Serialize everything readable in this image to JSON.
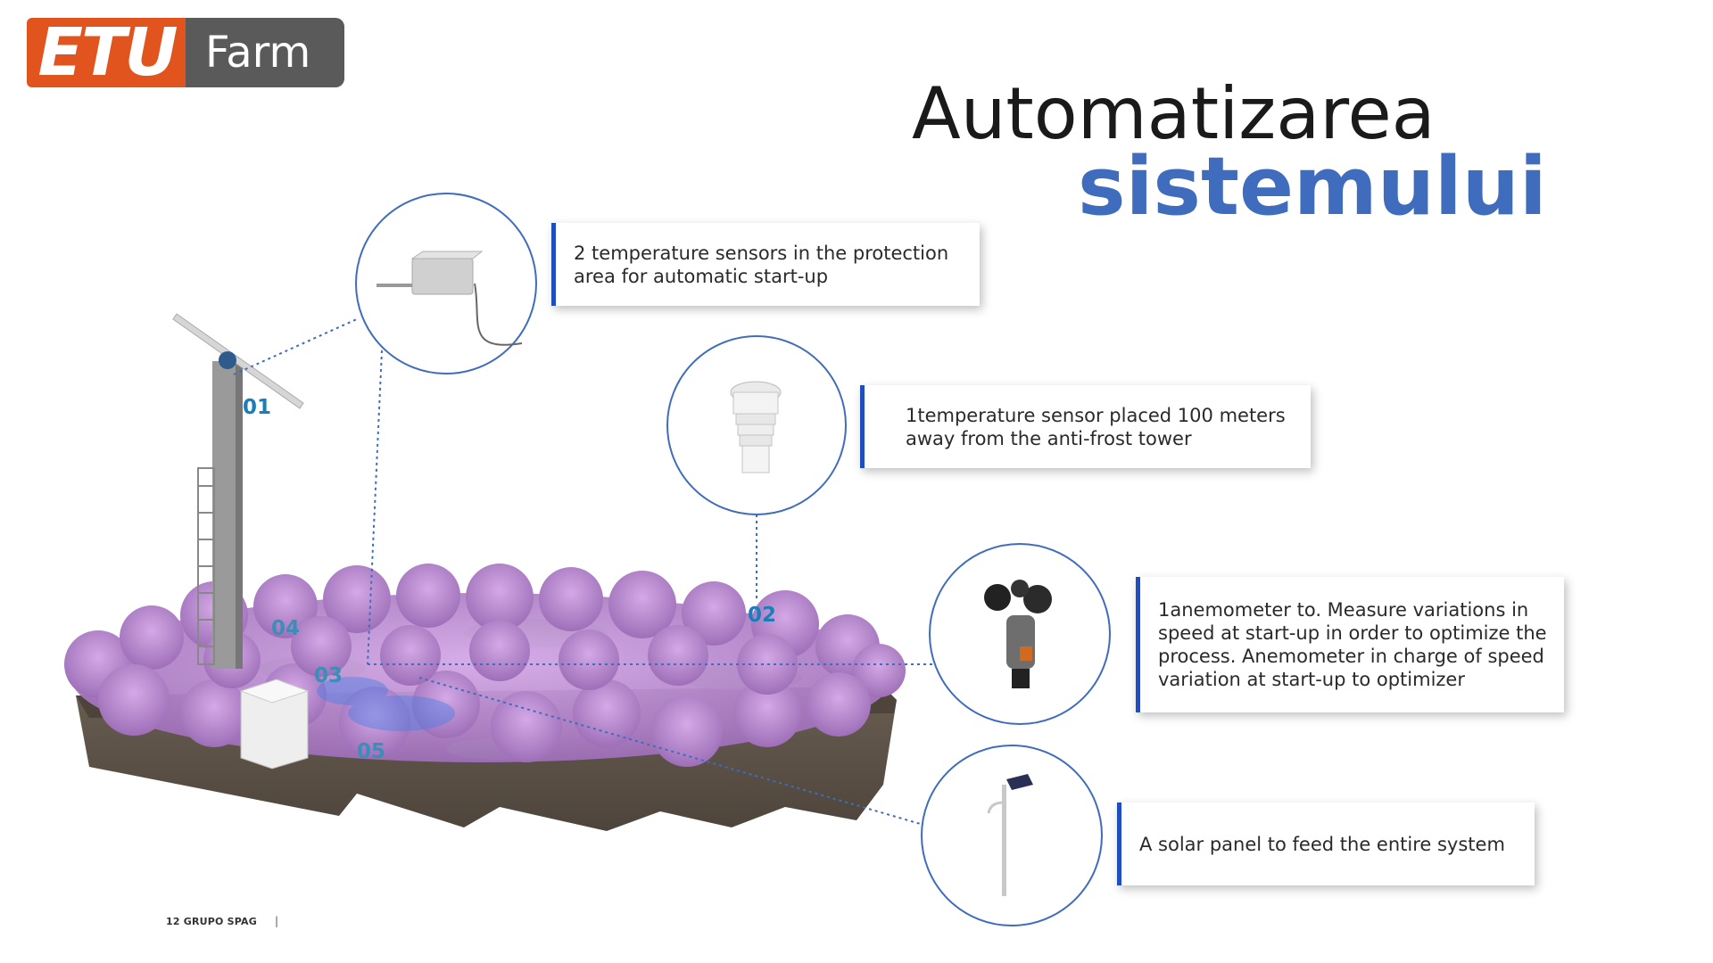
{
  "logo": {
    "part1": "ETU",
    "part2": "Farm"
  },
  "title": {
    "line1": "Automatizarea",
    "line2": "sistemului"
  },
  "callouts": [
    {
      "text": "2 temperature sensors in the protection area for automatic start-up"
    },
    {
      "text": "1temperature sensor placed 100 meters away from the anti-frost tower"
    },
    {
      "text": "1anemometer to. Measure variations in speed at start-up in order to optimize the process. Anemometer in charge of speed variation at start-up to optimizer"
    },
    {
      "text": "A solar panel to feed the entire system"
    }
  ],
  "markers": [
    "01",
    "02",
    "03",
    "04",
    "05"
  ],
  "footer": {
    "text": "12 GRUPO SPAG",
    "separator": "|"
  },
  "colors": {
    "accent": "#3f6cbc",
    "logo_orange": "#e2541d",
    "logo_gray": "#5a5a5a",
    "blossom": "#b98ad0",
    "soil": "#5e5347"
  }
}
